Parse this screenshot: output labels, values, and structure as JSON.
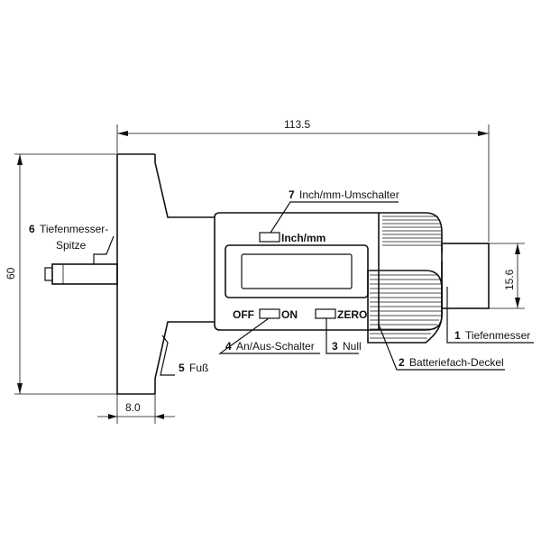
{
  "dimensions": {
    "width_overall": "113.5",
    "height_overall": "60",
    "foot_thickness": "8.0",
    "probe_width": "15.6"
  },
  "parts": [
    {
      "num": "1",
      "label": "Tiefenmesser"
    },
    {
      "num": "2",
      "label": "Batteriefach-Deckel"
    },
    {
      "num": "3",
      "label": "Null"
    },
    {
      "num": "4",
      "label": "An/Aus-Schalter"
    },
    {
      "num": "5",
      "label": "Fuß"
    },
    {
      "num": "6",
      "label_line1": "Tiefenmesser-",
      "label_line2": "Spitze"
    },
    {
      "num": "7",
      "label": "Inch/mm-Umschalter"
    }
  ],
  "device_text": {
    "inch_mm": "Inch/mm",
    "off": "OFF",
    "on": "ON",
    "zero": "ZERO"
  }
}
